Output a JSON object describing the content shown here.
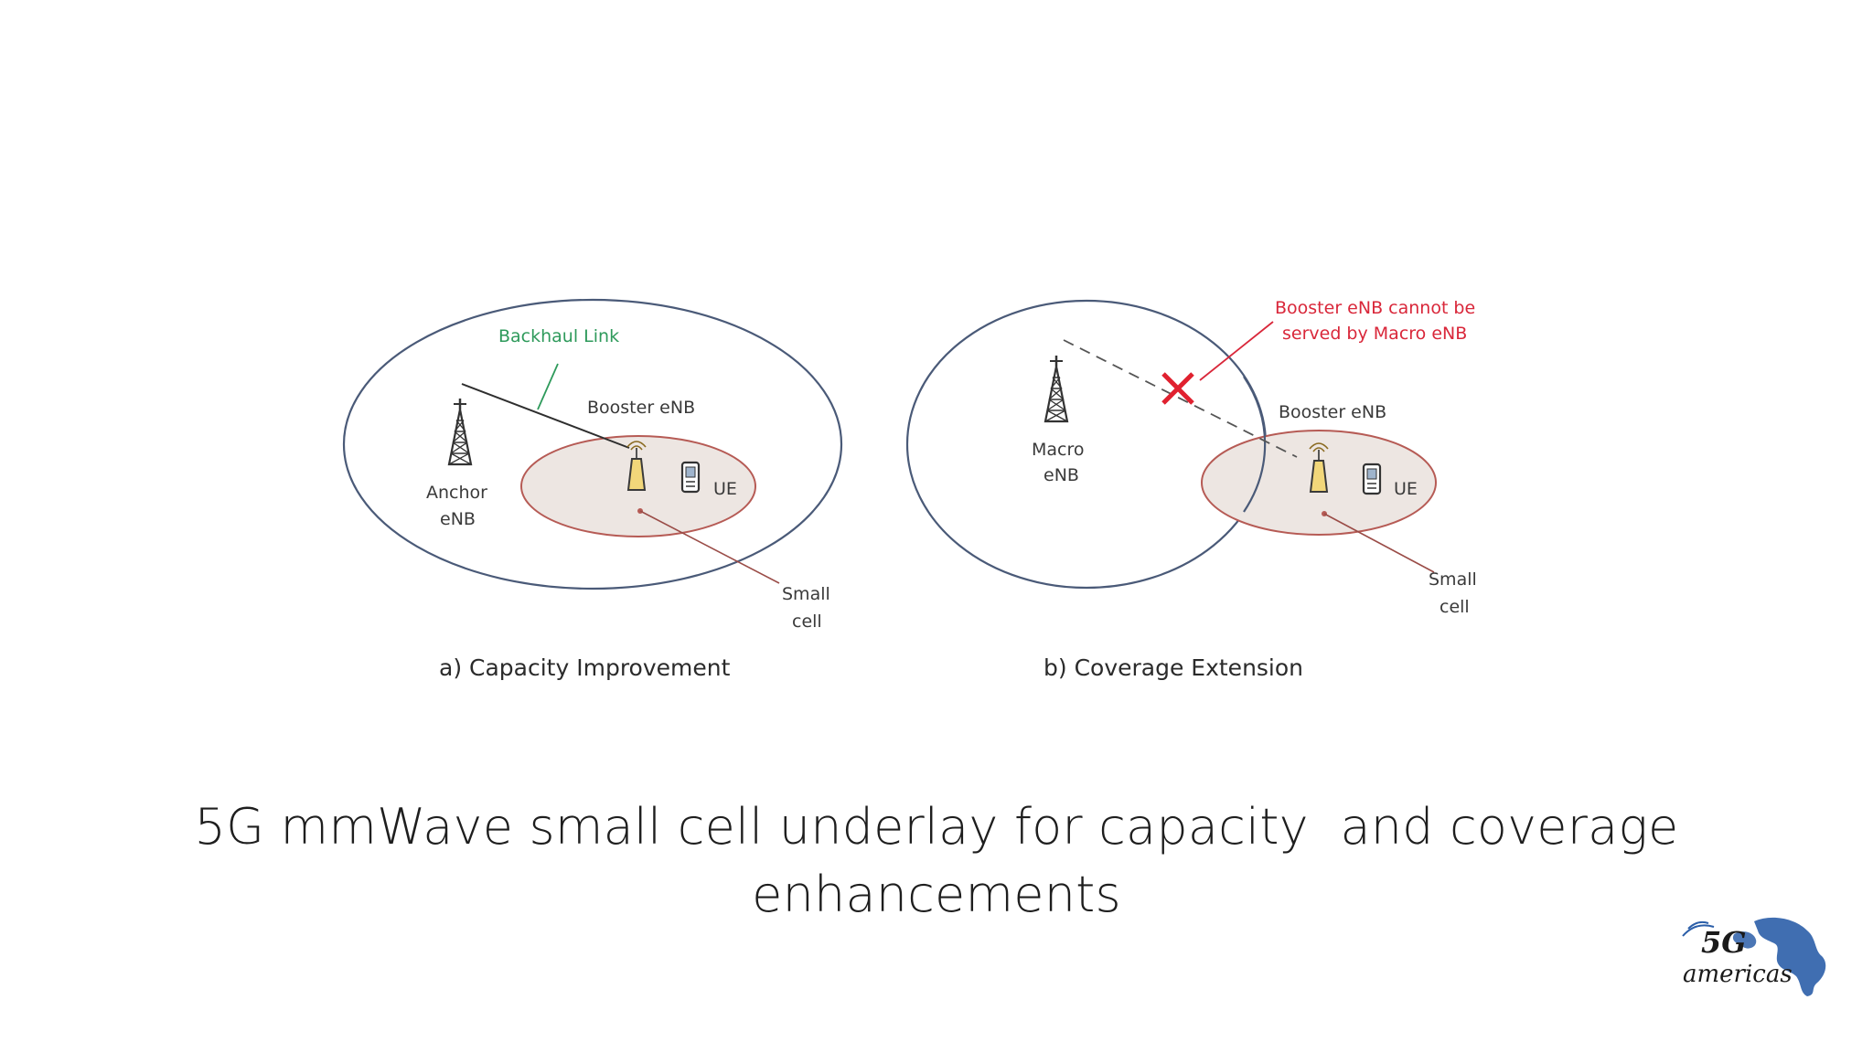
{
  "slide": {
    "title_line1": "5G mmWave small cell underlay for capacity  and coverage",
    "title_line2": "enhancements"
  },
  "diagram": {
    "panel_a": {
      "backhaul_label": "Backhaul Link",
      "booster_label": "Booster eNB",
      "anchor_label_1": "Anchor",
      "anchor_label_2": "eNB",
      "ue_label": "UE",
      "small_cell_label_1": "Small",
      "small_cell_label_2": "cell",
      "caption": "a) Capacity Improvement"
    },
    "panel_b": {
      "warning_line1": "Booster eNB cannot be",
      "warning_line2": "served by Macro eNB",
      "booster_label": "Booster eNB",
      "macro_label_1": "Macro",
      "macro_label_2": "eNB",
      "ue_label": "UE",
      "small_cell_label_1": "Small",
      "small_cell_label_2": "cell",
      "caption": "b) Coverage Extension"
    },
    "colors": {
      "outline": "#4a5a78",
      "small_cell_fill": "#ede6e2",
      "small_cell_stroke": "#b65b55",
      "backhaul_green": "#2e9a5b",
      "warning_red": "#d9273a"
    }
  },
  "logo": {
    "text_5g": "5G",
    "text_americas": "americas"
  }
}
